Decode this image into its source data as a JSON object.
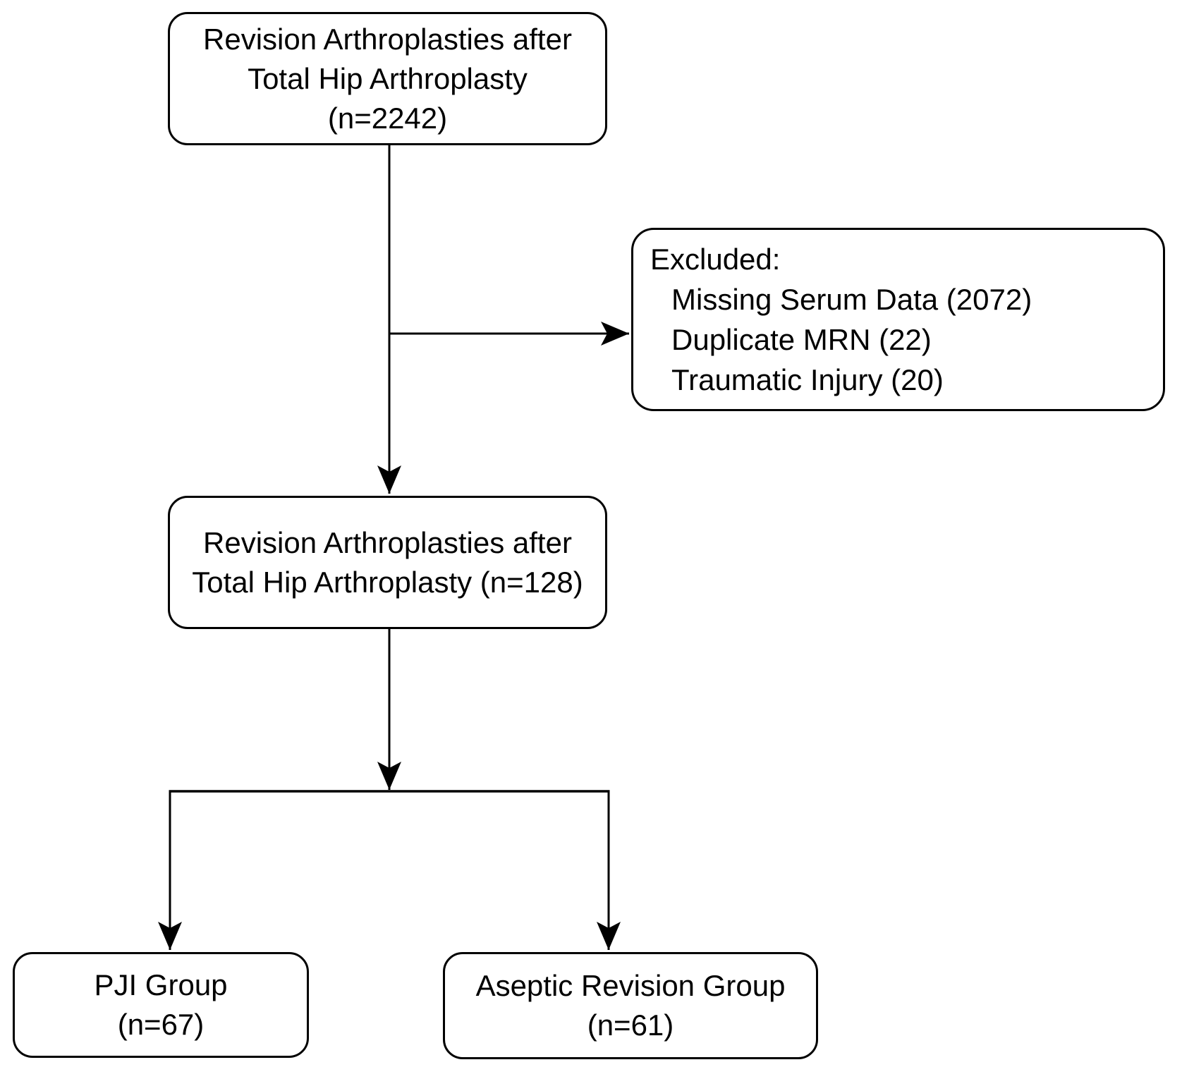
{
  "diagram": {
    "type": "flowchart",
    "background_color": "#ffffff",
    "stroke_color": "#000000",
    "boxes": {
      "initial": {
        "lines": [
          "Revision Arthroplasties after",
          "Total Hip Arthroplasty",
          "(n=2242)"
        ]
      },
      "excluded": {
        "title": "Excluded:",
        "items": [
          "Missing Serum Data (2072)",
          "Duplicate MRN (22)",
          "Traumatic Injury (20)"
        ]
      },
      "cohort": {
        "lines": [
          "Revision Arthroplasties after",
          "Total Hip Arthroplasty (n=128)"
        ]
      },
      "pji": {
        "lines": [
          "PJI Group",
          "(n=67)"
        ]
      },
      "aseptic": {
        "lines": [
          "Aseptic Revision Group",
          "(n=61)"
        ]
      }
    }
  }
}
